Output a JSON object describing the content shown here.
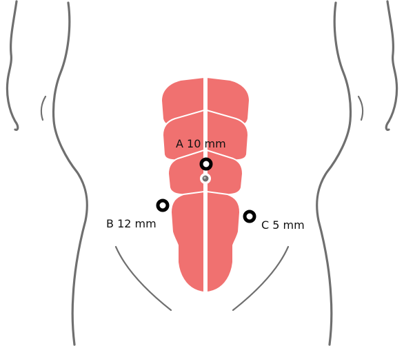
{
  "colors": {
    "muscle": "#f07170",
    "outline": "#6f6f6f",
    "port_ring": "#000000",
    "background": "#ffffff"
  },
  "ports": [
    {
      "id": "A",
      "label": "A 10 mm"
    },
    {
      "id": "B",
      "label": "B 12 mm"
    },
    {
      "id": "C",
      "label": "C 5 mm"
    }
  ]
}
